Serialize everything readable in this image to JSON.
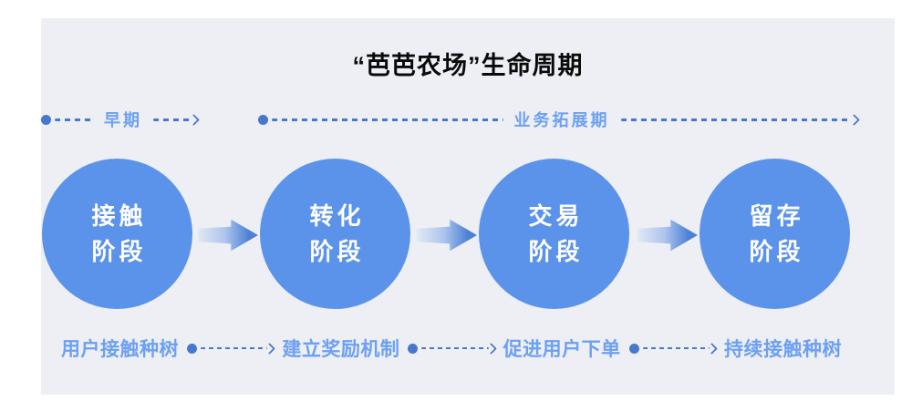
{
  "title": "“芭芭农场”生命周期",
  "colors": {
    "panel_background": "#edeff4",
    "circle_fill": "#5b93eb",
    "phase_label_blue": "#6da0f3",
    "connector_blue": "#4678cd",
    "circle_text": "#ffffff",
    "title_color": "#0a0a0a"
  },
  "timeline": {
    "early_phase_label": "早期",
    "expansion_phase_label": "业务拓展期"
  },
  "stages": [
    {
      "line1": "接触",
      "line2": "阶段"
    },
    {
      "line1": "转化",
      "line2": "阶段"
    },
    {
      "line1": "交易",
      "line2": "阶段"
    },
    {
      "line1": "留存",
      "line2": "阶段"
    }
  ],
  "actions": [
    {
      "label": "用户接触种树"
    },
    {
      "label": "建立奖励机制"
    },
    {
      "label": "促进用户下单"
    },
    {
      "label": "持续接触种树"
    }
  ]
}
